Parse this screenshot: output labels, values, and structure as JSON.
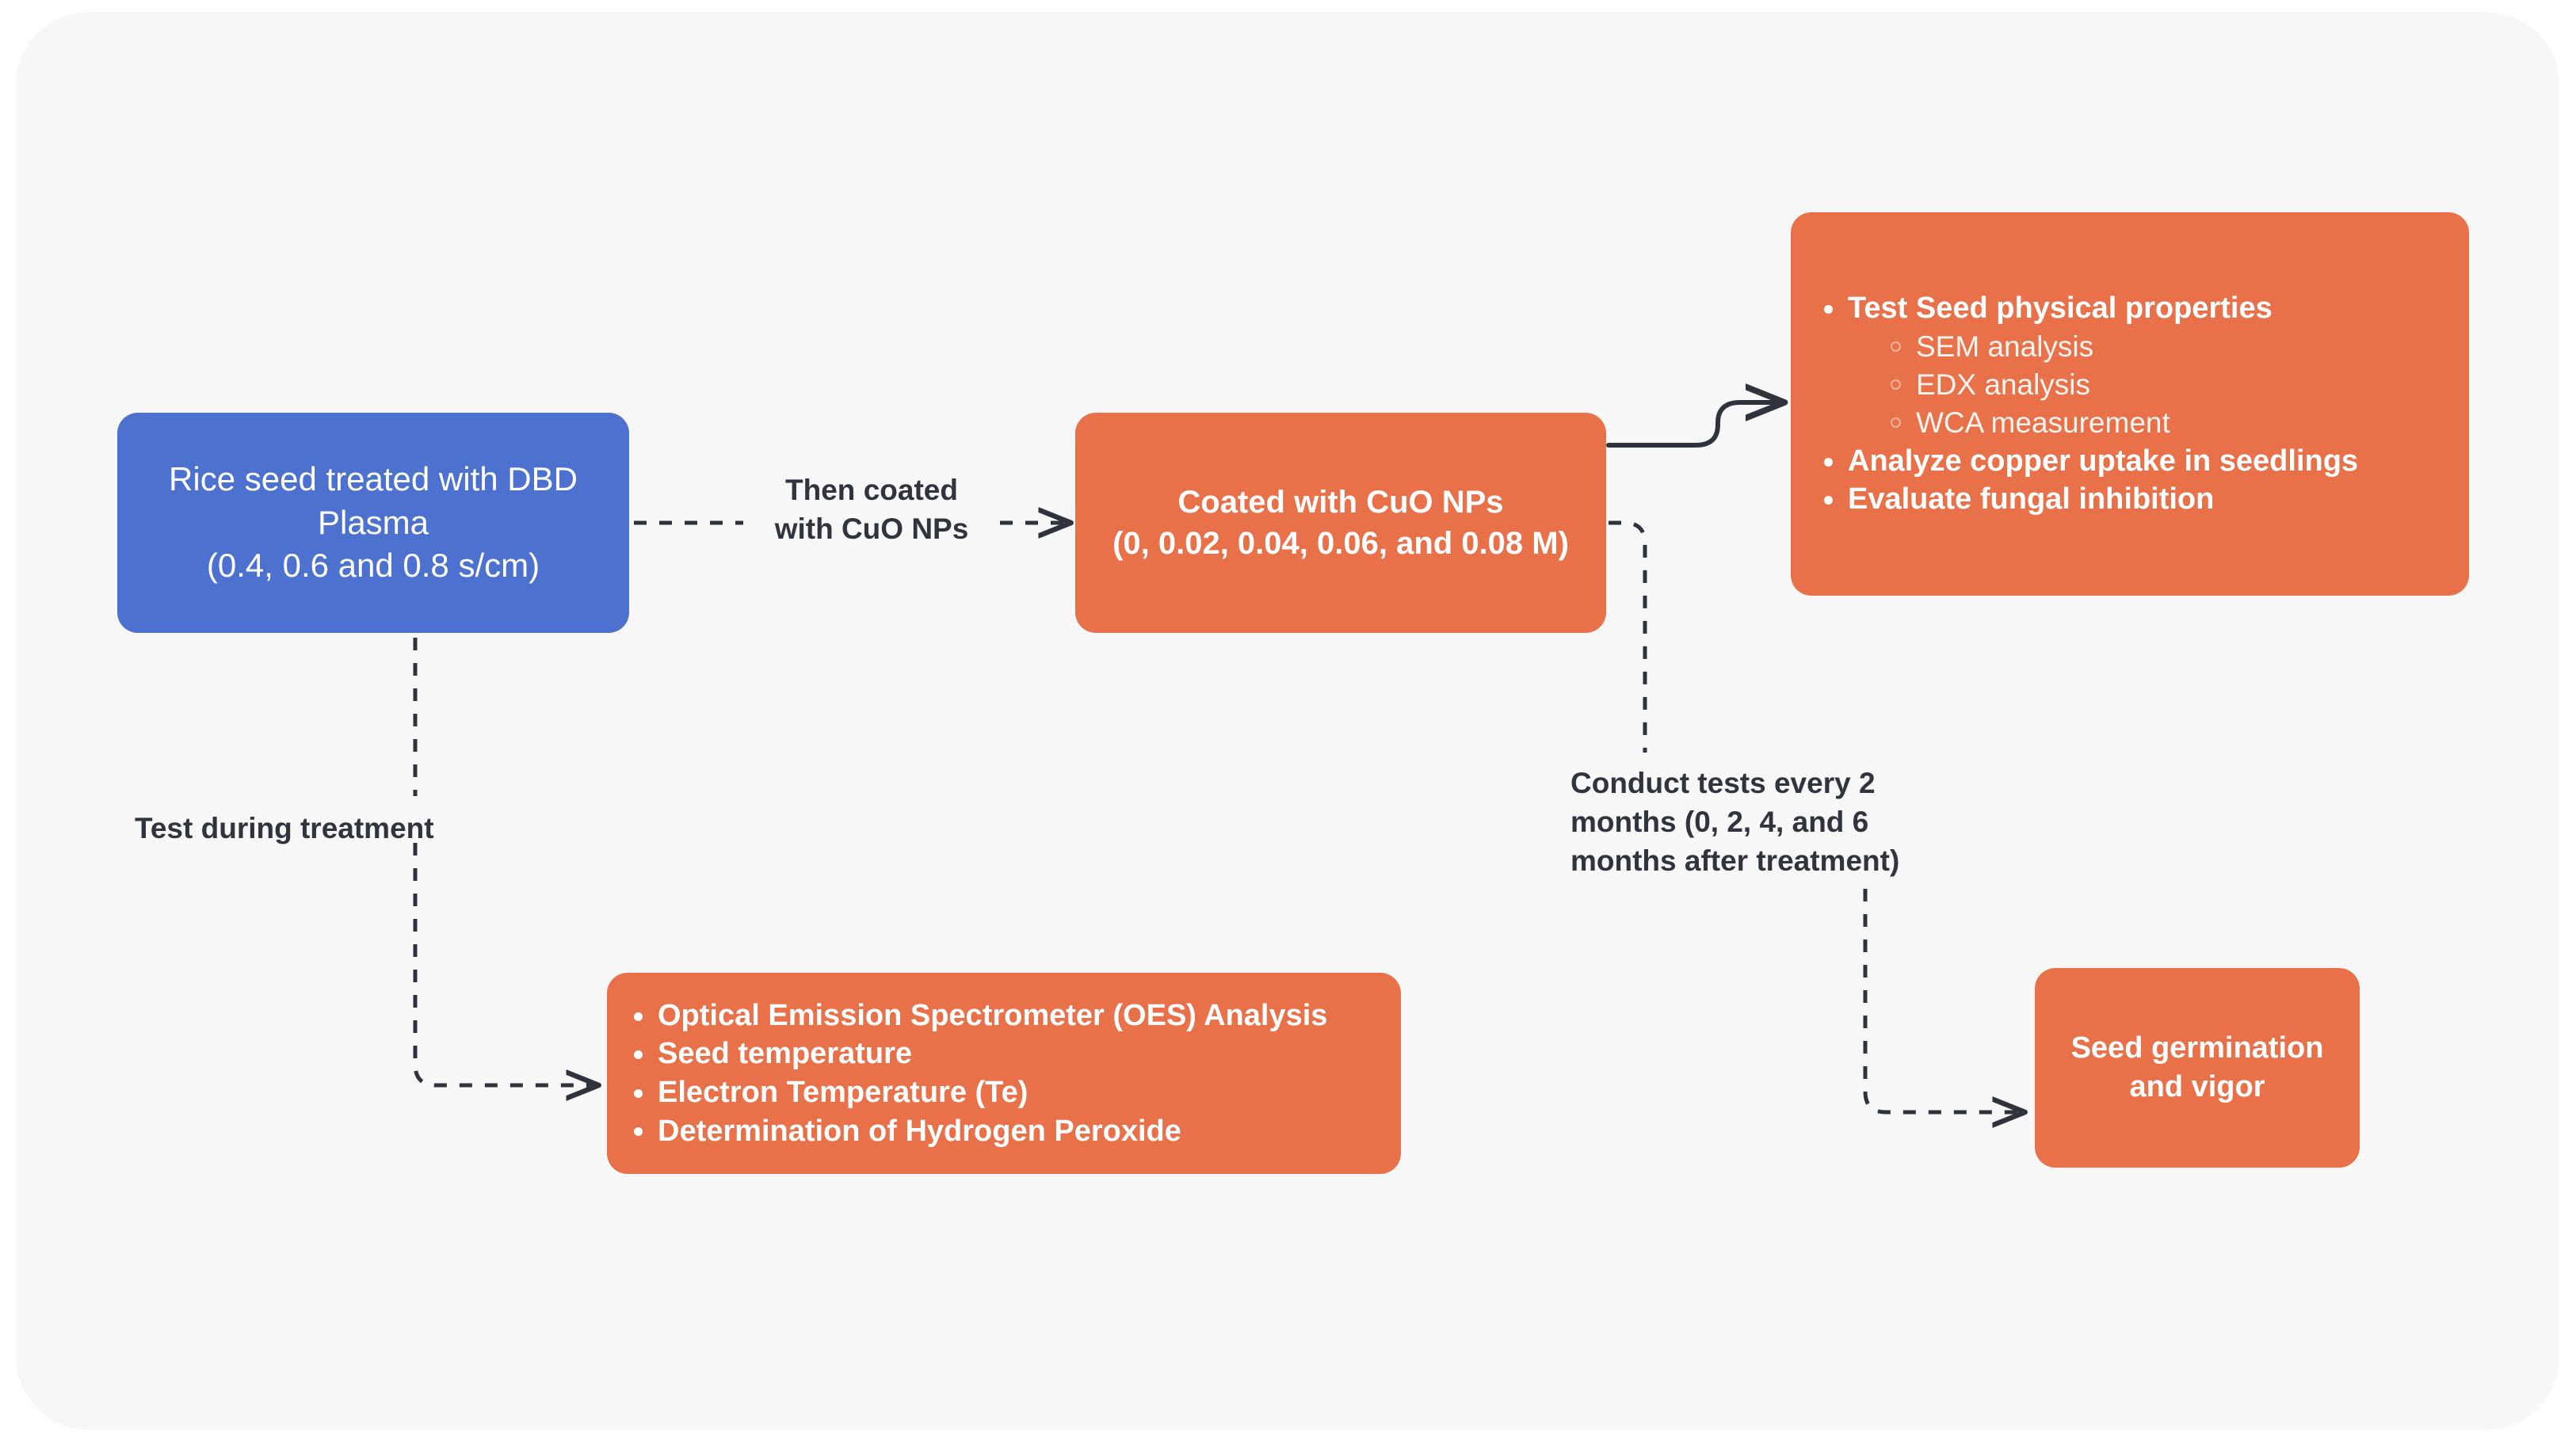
{
  "diagram": {
    "type": "flowchart",
    "title": "",
    "colors": {
      "background": "#ffffff",
      "card": "#f7f7f7",
      "primary_blue": "#4d71ce",
      "accent_orange": "#e8714a",
      "edge": "#2f333b",
      "node_text": "#ffffff",
      "label_text": "#30343c"
    },
    "nodes": [
      {
        "id": "plasma",
        "shape": "rounded-rect",
        "color": "#4d71ce",
        "text": "Rice seed treated with DBD Plasma\n(0.4, 0.6 and 0.8 s/cm)"
      },
      {
        "id": "coated",
        "shape": "rounded-rect",
        "color": "#e8714a",
        "text": "Coated with CuO NPs\n(0, 0.02, 0.04, 0.06, and 0.08 M)"
      },
      {
        "id": "analysis",
        "shape": "rounded-rect",
        "color": "#e8714a",
        "bullets": [
          {
            "label": "Test Seed physical properties",
            "sub": [
              "SEM analysis",
              "EDX analysis",
              "WCA measurement"
            ]
          },
          {
            "label": "Analyze copper uptake in seedlings",
            "sub": []
          },
          {
            "label": "Evaluate fungal inhibition",
            "sub": []
          }
        ]
      },
      {
        "id": "oes",
        "shape": "rounded-rect",
        "color": "#e8714a",
        "bullets": [
          {
            "label": "Optical Emission Spectrometer (OES) Analysis",
            "sub": []
          },
          {
            "label": "Seed temperature",
            "sub": []
          },
          {
            "label": "Electron Temperature  (Te)",
            "sub": []
          },
          {
            "label": "Determination of Hydrogen Peroxide",
            "sub": []
          }
        ]
      },
      {
        "id": "germination",
        "shape": "rounded-rect",
        "color": "#e8714a",
        "text": "Seed germination\nand vigor"
      }
    ],
    "edges": [
      {
        "id": "plasma-to-coated",
        "from": "plasma",
        "to": "coated",
        "style": "dashed",
        "arrow": true,
        "label": "Then coated\nwith CuO NPs"
      },
      {
        "id": "plasma-to-oes",
        "from": "plasma",
        "to": "oes",
        "style": "dashed",
        "arrow": true,
        "label": "Test during treatment"
      },
      {
        "id": "coated-to-analysis",
        "from": "coated",
        "to": "analysis",
        "style": "solid",
        "arrow": true,
        "label": ""
      },
      {
        "id": "coated-to-germination",
        "from": "coated",
        "to": "germination",
        "style": "dashed",
        "arrow": true,
        "label": "Conduct tests every 2 months (0, 2, 4, and 6 months after treatment)"
      }
    ],
    "edge_labels": {
      "then_coated": "Then coated\nwith CuO NPs",
      "test_during": "Test during treatment",
      "conduct_tests": "Conduct tests every 2\nmonths (0, 2, 4, and 6\nmonths after treatment)"
    }
  }
}
